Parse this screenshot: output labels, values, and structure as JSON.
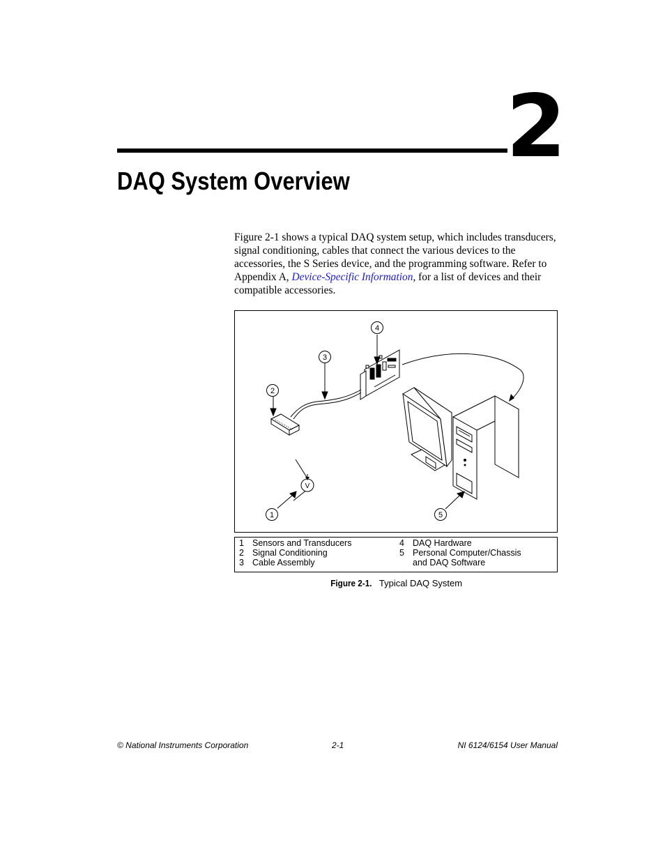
{
  "chapter": {
    "number": "2",
    "title": "DAQ System Overview"
  },
  "body": {
    "text_before_link": "Figure 2-1 shows a typical DAQ system setup, which includes transducers, signal conditioning, cables that connect the various devices to the accessories, the S Series device, and the programming software. Refer to Appendix A, ",
    "link_text": "Device-Specific Information",
    "text_after_link": ", for a list of devices and their compatible accessories."
  },
  "figure": {
    "callouts": [
      "1",
      "2",
      "3",
      "4",
      "5"
    ],
    "meter_label": "V",
    "legend": [
      {
        "num": "1",
        "label": "Sensors and Transducers"
      },
      {
        "num": "2",
        "label": "Signal Conditioning"
      },
      {
        "num": "3",
        "label": "Cable Assembly"
      },
      {
        "num": "4",
        "label": "DAQ Hardware"
      },
      {
        "num": "5",
        "label": "Personal Computer/Chassis",
        "label2": "and DAQ Software"
      }
    ],
    "caption_label": "Figure 2-1.",
    "caption_text": "Typical DAQ System"
  },
  "footer": {
    "left": "© National Instruments Corporation",
    "center": "2-1",
    "right": "NI 6124/6154 User Manual"
  }
}
